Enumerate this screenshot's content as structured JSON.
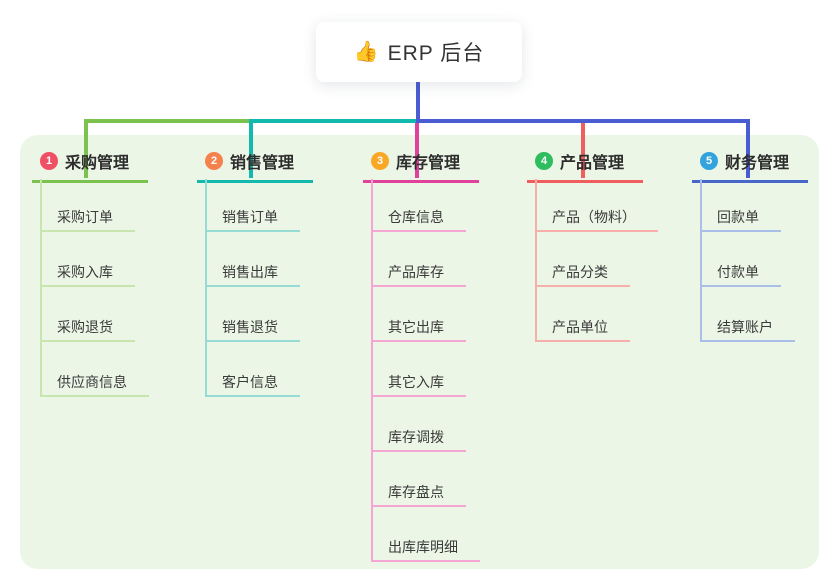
{
  "root": {
    "icon": "👍",
    "title": "ERP 后台"
  },
  "colors": {
    "panel_bg": "#ecf6e6",
    "trunk": "#4a5cd1",
    "branch_lines": [
      "#7cc24e",
      "#14b9ae",
      "#e0419b",
      "#f15e5e",
      "#4767cb"
    ],
    "branch_lines_light": [
      "#c9e5ae",
      "#97dcd4",
      "#f3a6d2",
      "#f8afac",
      "#a9bfe8"
    ],
    "badges": [
      "#ef5164",
      "#f5824d",
      "#f9a826",
      "#2ebd5f",
      "#32a3dc"
    ]
  },
  "branches": [
    {
      "number": "1",
      "label": "采购管理",
      "items": [
        "采购订单",
        "采购入库",
        "采购退货",
        "供应商信息"
      ]
    },
    {
      "number": "2",
      "label": "销售管理",
      "items": [
        "销售订单",
        "销售出库",
        "销售退货",
        "客户信息"
      ]
    },
    {
      "number": "3",
      "label": "库存管理",
      "items": [
        "仓库信息",
        "产品库存",
        "其它出库",
        "其它入库",
        "库存调拨",
        "库存盘点",
        "出库库明细"
      ]
    },
    {
      "number": "4",
      "label": "产品管理",
      "items": [
        "产品（物料）",
        "产品分类",
        "产品单位"
      ]
    },
    {
      "number": "5",
      "label": "财务管理",
      "items": [
        "回款单",
        "付款单",
        "结算账户"
      ]
    }
  ]
}
